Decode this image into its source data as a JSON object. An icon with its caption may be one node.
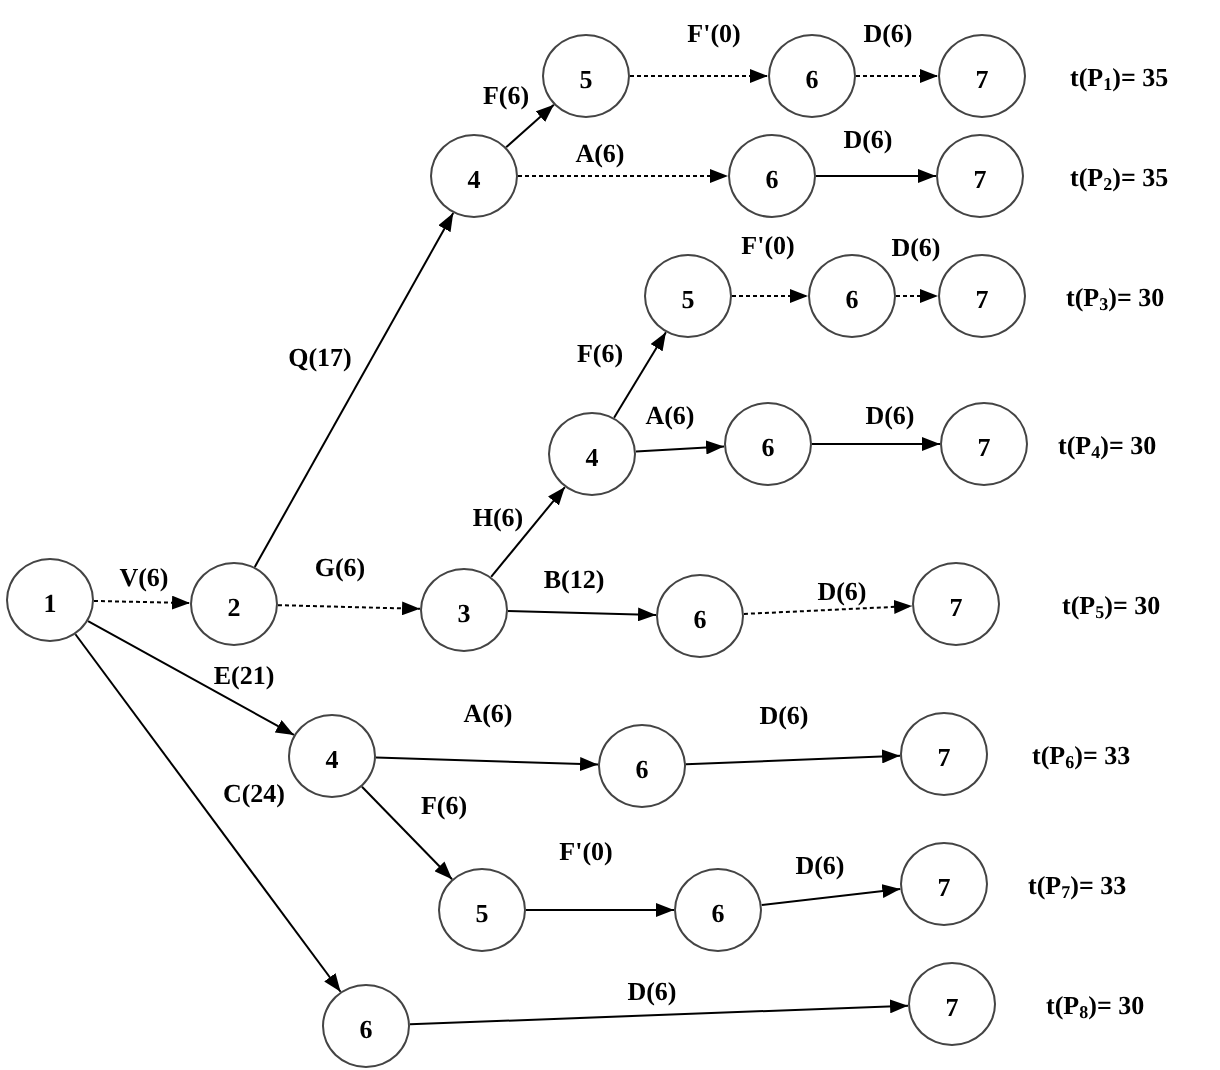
{
  "diagram": {
    "nodes": [
      {
        "text": [
          "1"
        ]
      },
      {
        "text": [
          "2"
        ]
      },
      {
        "text": [
          "4"
        ]
      },
      {
        "text": [
          "5"
        ]
      },
      {
        "text": [
          "6"
        ]
      },
      {
        "text": [
          "7"
        ],
        "beside": [
          "t(P$_{1}$)= 35"
        ]
      },
      {
        "text": [
          "6"
        ]
      },
      {
        "text": [
          "7"
        ],
        "beside": [
          "t(P$_{2}$)= 35"
        ]
      },
      {
        "text": [
          "3"
        ]
      },
      {
        "text": [
          "4"
        ]
      },
      {
        "text": [
          "5"
        ]
      },
      {
        "text": [
          "6"
        ]
      },
      {
        "text": [
          "7"
        ],
        "beside": [
          "t(P$_{3}$)= 30"
        ]
      },
      {
        "text": [
          "6"
        ]
      },
      {
        "text": [
          "7"
        ],
        "beside": [
          "t(P$_{4}$)= 30"
        ]
      },
      {
        "text": [
          "6"
        ]
      },
      {
        "text": [
          "7"
        ],
        "beside": [
          "t(P$_{5}$)= 30"
        ]
      },
      {
        "text": [
          "4"
        ]
      },
      {
        "text": [
          "6"
        ]
      },
      {
        "text": [
          "7"
        ],
        "beside": [
          "t(P$_{6}$)= 33"
        ]
      },
      {
        "text": [
          "5"
        ]
      },
      {
        "text": [
          "6"
        ]
      },
      {
        "text": [
          "7"
        ],
        "beside": [
          "t(P$_{7}$)= 33"
        ]
      },
      {
        "text": [
          "6"
        ]
      },
      {
        "text": [
          "7"
        ],
        "beside": [
          "t(P$_{8}$)= 30"
        ]
      }
    ],
    "edges": [
      {
        "from": 0,
        "to": 1,
        "arrow": "to",
        "label": "V(6)",
        "style": "dashed"
      },
      {
        "from": 1,
        "to": 2,
        "arrow": "to",
        "label": "Q(17)"
      },
      {
        "from": 2,
        "to": 3,
        "arrow": "to",
        "label": "F(6)"
      },
      {
        "from": 3,
        "to": 4,
        "arrow": "to",
        "label": "F'(0)",
        "style": "dashed"
      },
      {
        "from": 4,
        "to": 5,
        "arrow": "to",
        "label": "D(6)",
        "style": "dashed"
      },
      {
        "from": 2,
        "to": 6,
        "arrow": "to",
        "label": "A(6)",
        "style": "dashed"
      },
      {
        "from": 6,
        "to": 7,
        "arrow": "to",
        "label": "D(6)"
      },
      {
        "from": 1,
        "to": 8,
        "arrow": "to",
        "label": "G(6)",
        "style": "dashed"
      },
      {
        "from": 8,
        "to": 9,
        "arrow": "to",
        "label": "H(6)"
      },
      {
        "from": 9,
        "to": 10,
        "arrow": "to",
        "label": "F(6)"
      },
      {
        "from": 10,
        "to": 11,
        "arrow": "to",
        "label": "F'(0)",
        "style": "dashed"
      },
      {
        "from": 11,
        "to": 12,
        "arrow": "to",
        "label": "D(6)",
        "style": "dashed"
      },
      {
        "from": 9,
        "to": 13,
        "arrow": "to",
        "label": "A(6)"
      },
      {
        "from": 13,
        "to": 14,
        "arrow": "to",
        "label": "D(6)"
      },
      {
        "from": 8,
        "to": 15,
        "arrow": "to",
        "label": "B(12)"
      },
      {
        "from": 15,
        "to": 16,
        "arrow": "to",
        "label": "D(6)",
        "style": "dashed"
      },
      {
        "from": 0,
        "to": 17,
        "arrow": "to",
        "label": "E(21)"
      },
      {
        "from": 17,
        "to": 18,
        "arrow": "to",
        "label": "A(6)"
      },
      {
        "from": 18,
        "to": 19,
        "arrow": "to",
        "label": "D(6)"
      },
      {
        "from": 17,
        "to": 20,
        "arrow": "to",
        "label": "F(6)"
      },
      {
        "from": 20,
        "to": 21,
        "arrow": "to",
        "label": "F'(0)"
      },
      {
        "from": 21,
        "to": 22,
        "arrow": "to",
        "label": "D(6)"
      },
      {
        "from": 0,
        "to": 23,
        "arrow": "to",
        "label": "C(24)"
      },
      {
        "from": 23,
        "to": 24,
        "arrow": "to",
        "label": "D(6)"
      }
    ]
  }
}
